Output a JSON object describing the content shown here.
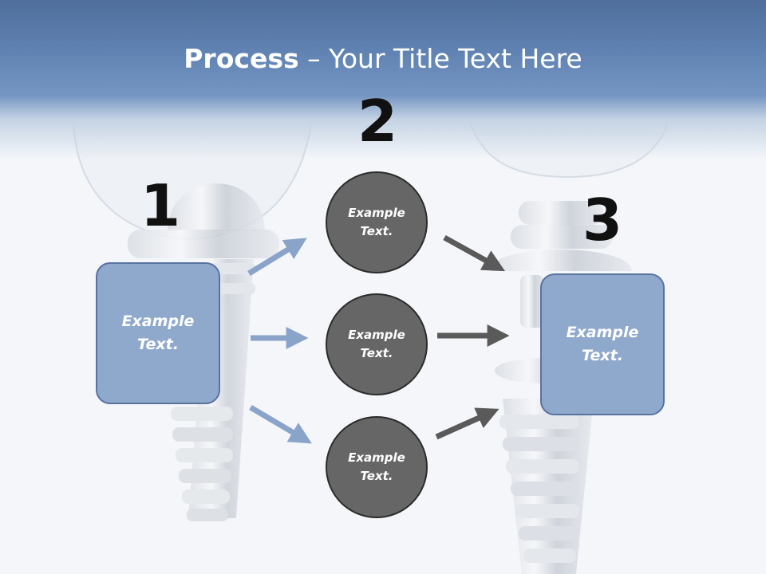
{
  "slide": {
    "title_strong": "Process",
    "title_rest": " – Your Title Text Here"
  },
  "steps": {
    "step1_number": "1",
    "step2_number": "2",
    "step3_number": "3"
  },
  "left_box": {
    "text": "Example\nText."
  },
  "right_box": {
    "text": "Example\nText."
  },
  "circles": [
    {
      "text": "Example\nText."
    },
    {
      "text": "Example\nText."
    },
    {
      "text": "Example\nText."
    }
  ],
  "colors": {
    "header": "#5f81b1",
    "box_fill": "#8fa9cd",
    "box_border": "#5873a0",
    "circle_fill": "#666666",
    "arrow_blue": "#8aa4c9",
    "arrow_gray": "#5a5a5a"
  }
}
